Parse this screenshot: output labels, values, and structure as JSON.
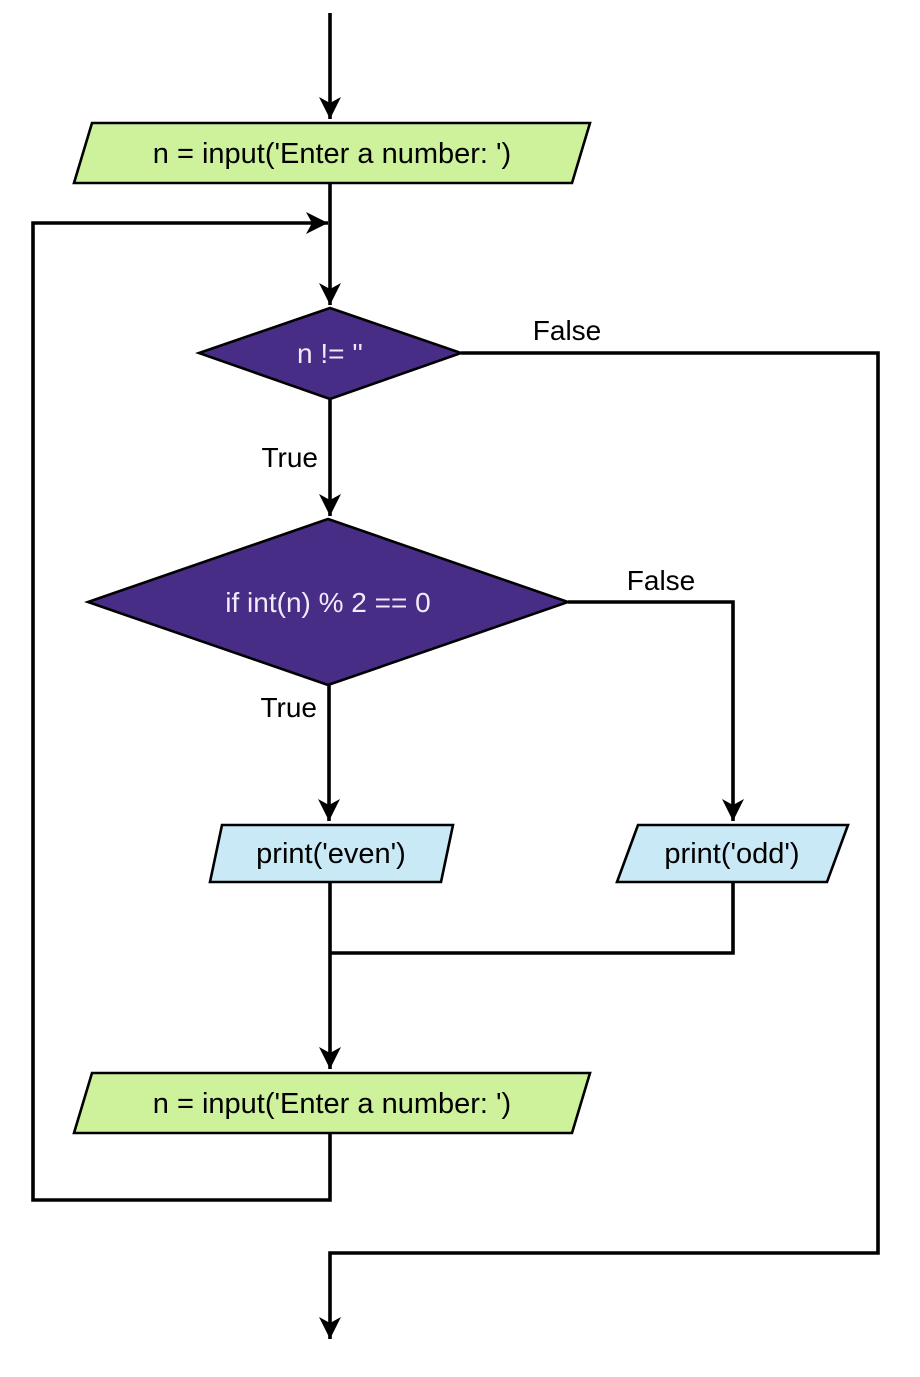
{
  "diagram": {
    "type": "flowchart",
    "description": "Loop that reads numbers and prints whether each is even or odd until empty input",
    "colors": {
      "background": "#ffffff",
      "io_fill": "#cdf29b",
      "decision_fill": "#482d87",
      "decision_text": "#f0ebfa",
      "print_fill": "#c9e9f6",
      "line": "#000000"
    },
    "nodes": {
      "input_top": {
        "type": "io",
        "label": "n = input('Enter a number: ')"
      },
      "decision_not_empty": {
        "type": "decision",
        "label": "n != ''"
      },
      "decision_even": {
        "type": "decision",
        "label": "if int(n) % 2 == 0"
      },
      "print_even": {
        "type": "output",
        "label": "print('even')"
      },
      "print_odd": {
        "type": "output",
        "label": "print('odd')"
      },
      "input_bottom": {
        "type": "io",
        "label": "n = input('Enter a number: ')"
      }
    },
    "edge_labels": {
      "not_empty_false": "False",
      "not_empty_true": "True",
      "even_true": "True",
      "even_false": "False"
    }
  }
}
